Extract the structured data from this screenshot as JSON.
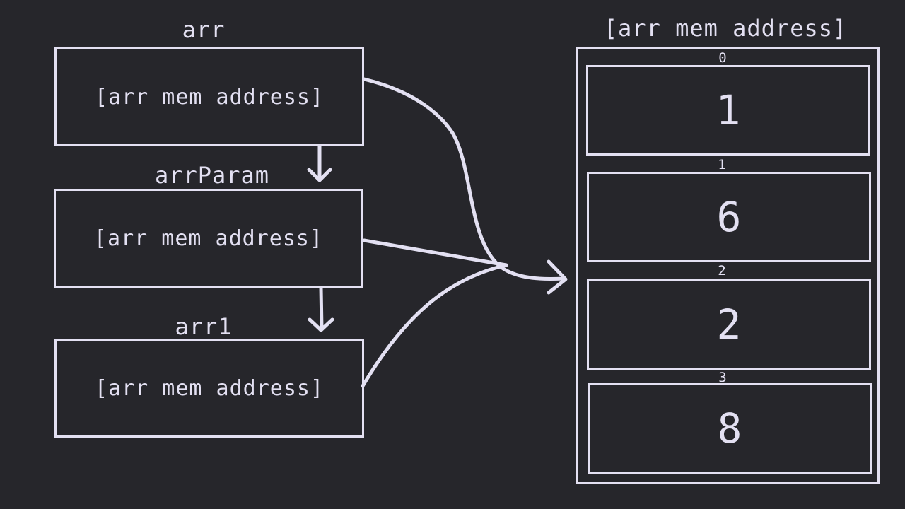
{
  "variables": [
    {
      "name": "arr",
      "value": "[arr mem address]"
    },
    {
      "name": "arrParam",
      "value": "[arr mem address]"
    },
    {
      "name": "arr1",
      "value": "[arr mem address]"
    }
  ],
  "memory": {
    "title": "[arr mem address]",
    "cells": [
      {
        "index": "0",
        "value": "1"
      },
      {
        "index": "1",
        "value": "6"
      },
      {
        "index": "2",
        "value": "2"
      },
      {
        "index": "3",
        "value": "8"
      }
    ]
  },
  "colors": {
    "background": "#26262b",
    "stroke": "#e3e0f2"
  }
}
